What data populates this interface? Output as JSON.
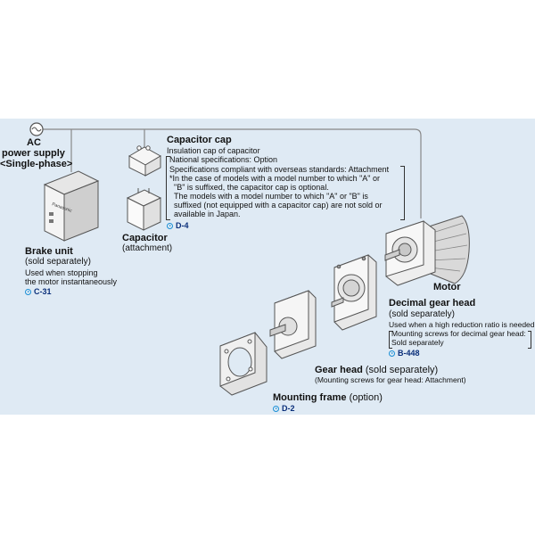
{
  "ac": {
    "line1": "AC",
    "line2": "power supply",
    "line3": "<Single-phase>"
  },
  "brake_unit": {
    "title": "Brake unit",
    "sub": "(sold separately)",
    "desc1": "Used when stopping",
    "desc2": "the motor instantaneously",
    "ref": "C-31",
    "label_on_box": "Panasonic"
  },
  "capacitor": {
    "title": "Capacitor",
    "sub": "(attachment)",
    "ref": "D-4"
  },
  "capacitor_cap": {
    "title": "Capacitor cap",
    "line1": "Insulation cap of capacitor",
    "line2": "National specifications: Option",
    "line3": "Specifications compliant with overseas standards: Attachment",
    "line4": "*In the case of models with a model number to which \"A\" or",
    "line5": "\"B\" is suffixed, the capacitor cap is optional.",
    "line6": "The models with a model number to which \"A\" or \"B\" is",
    "line7": "suffixed (not equipped with a capacitor cap) are not sold or",
    "line8": "available in Japan."
  },
  "motor": {
    "title": "Motor"
  },
  "decimal_gear_head": {
    "title": "Decimal gear head",
    "sub": "(sold separately)",
    "desc1": "Used when a high reduction ratio is needed",
    "desc2": "Mounting screws for decimal gear head:",
    "desc3": "Sold separately",
    "ref": "B-448"
  },
  "gear_head": {
    "title": "Gear head",
    "sub": "(sold separately)",
    "desc": "(Mounting screws for gear head: Attachment)"
  },
  "mounting_frame": {
    "title": "Mounting frame",
    "sub": "(option)",
    "ref": "D-2"
  },
  "colors": {
    "band": "#dfeaf4",
    "ref": "#0a2f7a",
    "ref_icon": "#1a8fd6"
  }
}
